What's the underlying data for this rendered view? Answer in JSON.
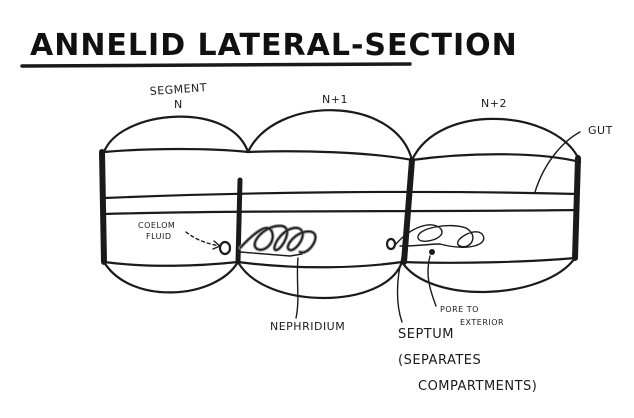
{
  "title": "ANNELID LATERAL-SECTION",
  "labels": {
    "segment_n_line1": "SEGMENT",
    "segment_n_line2": "N",
    "segment_n1": "N+1",
    "segment_n2": "N+2",
    "gut": "GUT",
    "coelom_fluid_line1": "COELOM",
    "coelom_fluid_line2": "FLUID",
    "nephridium": "NEPHRIDIUM",
    "pore_line1": "PORE TO",
    "pore_line2": "EXTERIOR",
    "septum_line1": "SEPTUM",
    "septum_line2": "(SEPARATES",
    "septum_line3": "COMPARTMENTS)"
  },
  "colors": {
    "ink": "#1a1a1a",
    "nephridium_shading": "#8a8a8a",
    "background": "#ffffff"
  }
}
